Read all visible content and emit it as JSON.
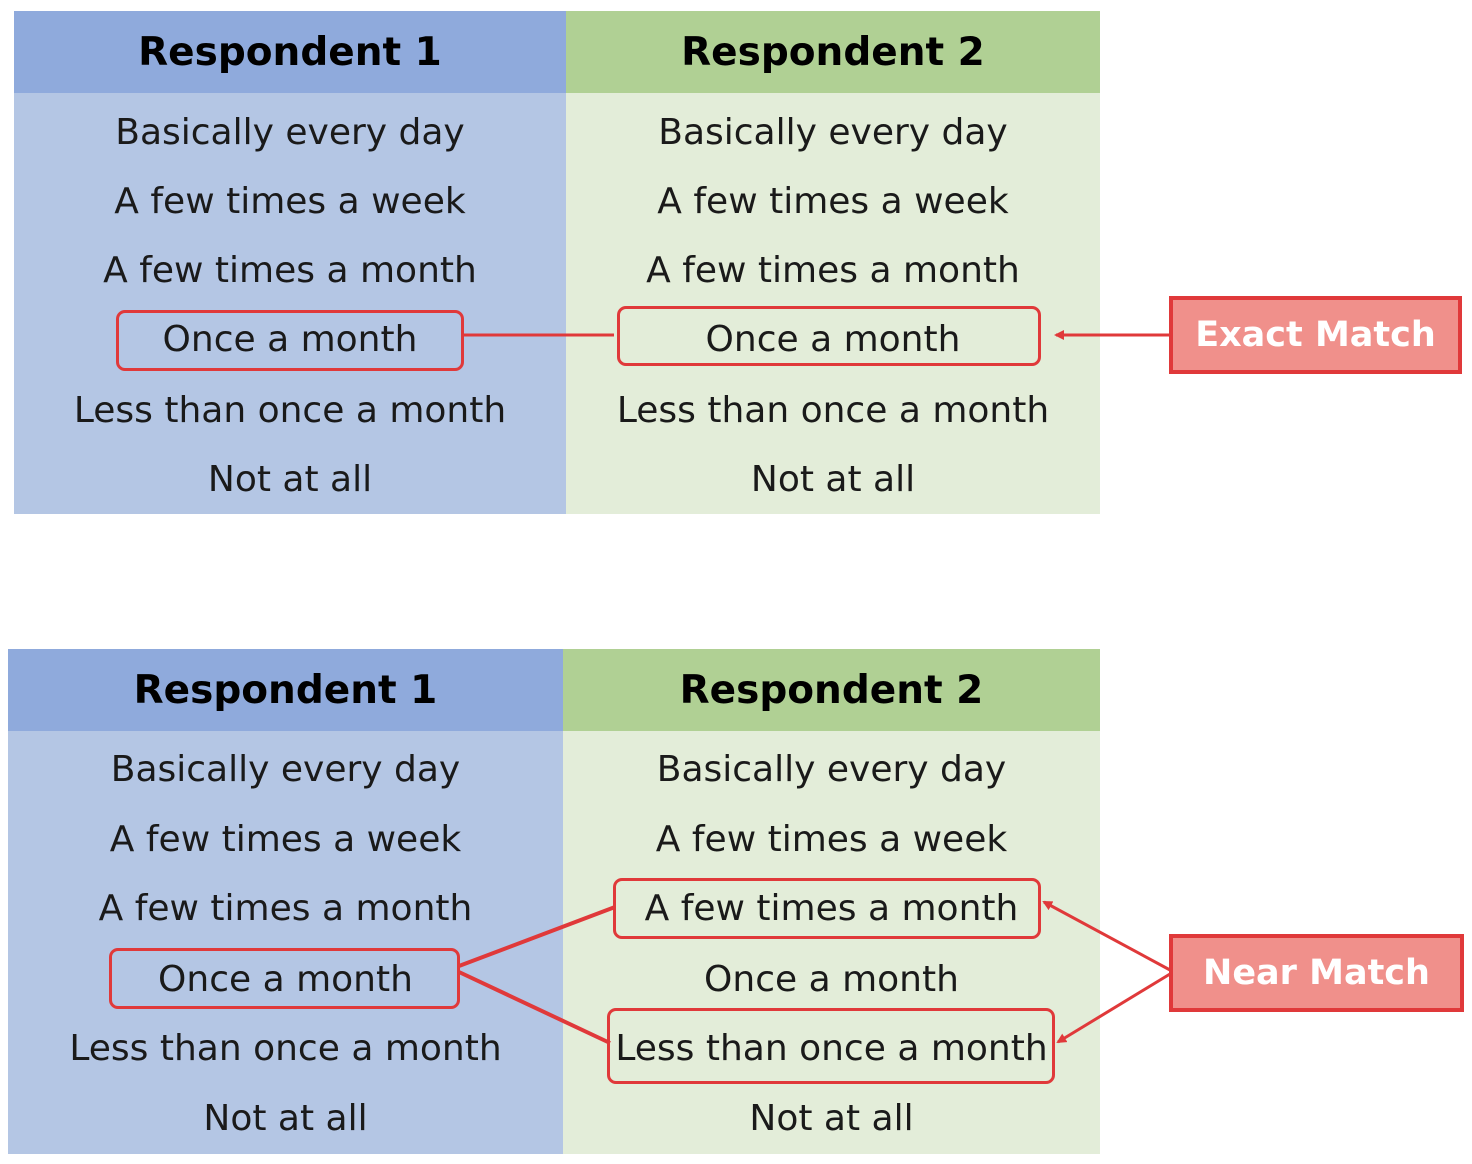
{
  "panels": [
    {
      "col1_header": "Respondent 1",
      "col2_header": "Respondent 2",
      "col1_options": [
        "Basically every day",
        "A few times a week",
        "A few times a month",
        "Once a month",
        "Less than once a month",
        "Not at all"
      ],
      "col2_options": [
        "Basically every day",
        "A few times a week",
        "A few times a month",
        "Once a month",
        "Less than once a month",
        "Not at all"
      ],
      "label": "Exact Match"
    },
    {
      "col1_header": "Respondent 1",
      "col2_header": "Respondent 2",
      "col1_options": [
        "Basically every day",
        "A few times a week",
        "A few times a month",
        "Once a month",
        "Less than once a month",
        "Not at all"
      ],
      "col2_options": [
        "Basically every day",
        "A few times a week",
        "A few times a month",
        "Once a month",
        "Less than once a month",
        "Not at all"
      ],
      "label": "Near Match"
    }
  ],
  "colors": {
    "respondent1_header": "#8faadc",
    "respondent1_body": "#b4c6e4",
    "respondent2_header": "#b0d094",
    "respondent2_body": "#e3edd9",
    "highlight_red": "#e0393a",
    "label_fill": "#f0908b"
  }
}
